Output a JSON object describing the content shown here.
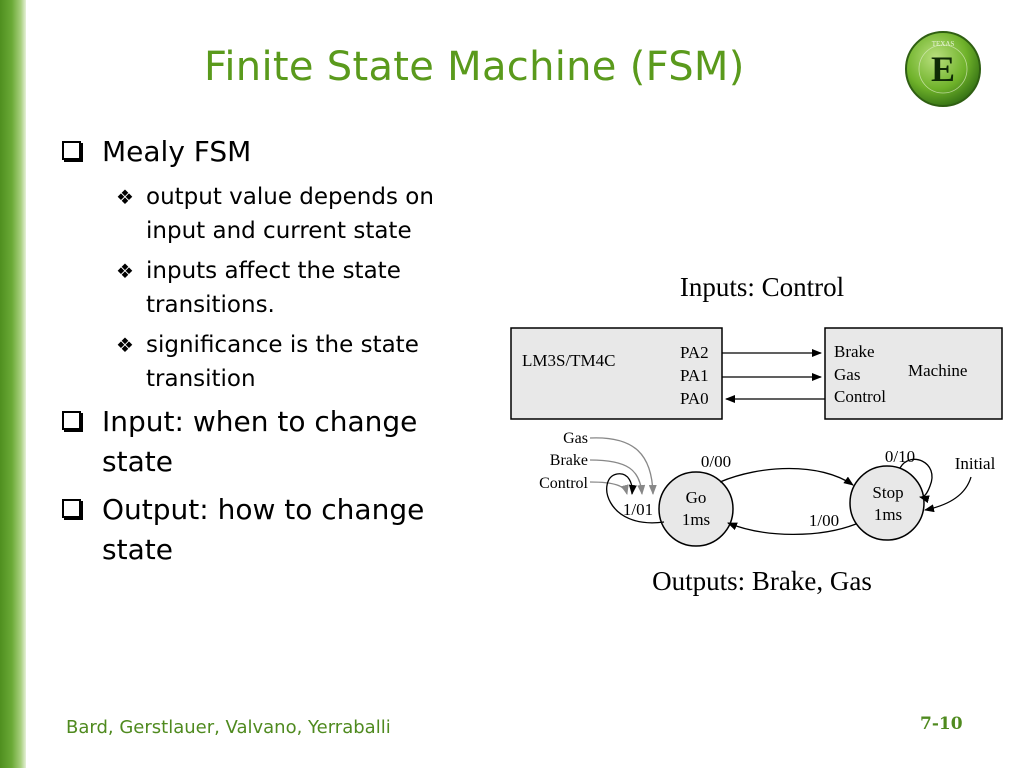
{
  "slide": {
    "title": "Finite State Machine (FSM)",
    "logo_letter": "E",
    "logo_ring_text": "TEXAS",
    "bullets": [
      {
        "text": "Mealy FSM",
        "sub": [
          "output value depends on input and current state",
          "inputs affect the state transitions.",
          "significance is the state transition"
        ]
      },
      {
        "text": "Input: when to change state",
        "sub": []
      },
      {
        "text": "Output: how to change state",
        "sub": []
      }
    ],
    "footer_left": "Bard, Gerstlauer, Valvano, Yerraballi",
    "page_number": "7-10"
  },
  "diagram": {
    "inputs_caption": "Inputs: Control",
    "outputs_caption": "Outputs: Brake, Gas",
    "controller_label": "LM3S/TM4C",
    "ports": [
      "PA2",
      "PA1",
      "PA0"
    ],
    "machine_inputs": [
      "Brake",
      "Gas",
      "Control"
    ],
    "machine_label": "Machine",
    "signal_labels": [
      "Gas",
      "Brake",
      "Control"
    ],
    "state_go_name": "Go",
    "state_go_time": "1ms",
    "state_stop_name": "Stop",
    "state_stop_time": "1ms",
    "go_self_loop": "1/01",
    "stop_self_loop": "0/10",
    "go_to_stop": "0/00",
    "stop_to_go": "1/00",
    "initial_label": "Initial"
  }
}
